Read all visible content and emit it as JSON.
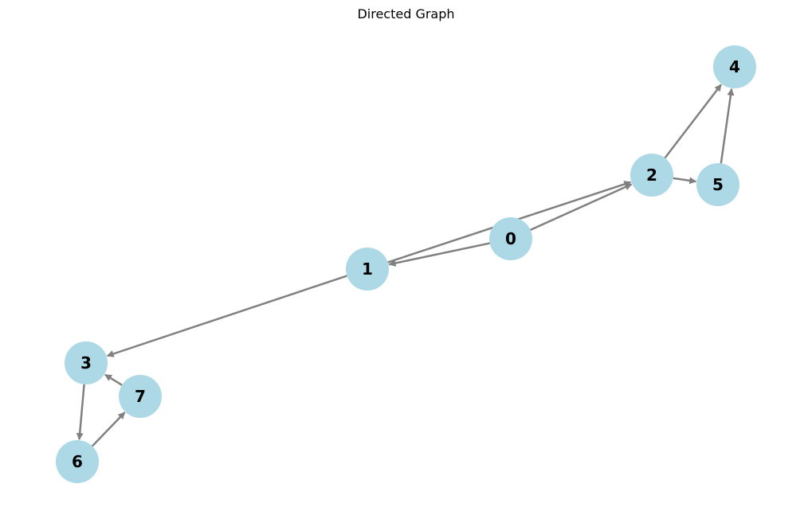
{
  "title": "Directed Graph",
  "style": {
    "node_fill": "#add8e6",
    "edge_color": "#808080",
    "label_color": "#000000"
  },
  "nodes": [
    {
      "id": "0",
      "label": "0"
    },
    {
      "id": "1",
      "label": "1"
    },
    {
      "id": "2",
      "label": "2"
    },
    {
      "id": "3",
      "label": "3"
    },
    {
      "id": "4",
      "label": "4"
    },
    {
      "id": "5",
      "label": "5"
    },
    {
      "id": "6",
      "label": "6"
    },
    {
      "id": "7",
      "label": "7"
    }
  ],
  "edges": [
    {
      "from": "0",
      "to": "1"
    },
    {
      "from": "0",
      "to": "2"
    },
    {
      "from": "1",
      "to": "2"
    },
    {
      "from": "1",
      "to": "3"
    },
    {
      "from": "2",
      "to": "4"
    },
    {
      "from": "2",
      "to": "5"
    },
    {
      "from": "5",
      "to": "4"
    },
    {
      "from": "3",
      "to": "6"
    },
    {
      "from": "6",
      "to": "7"
    },
    {
      "from": "7",
      "to": "3"
    }
  ]
}
